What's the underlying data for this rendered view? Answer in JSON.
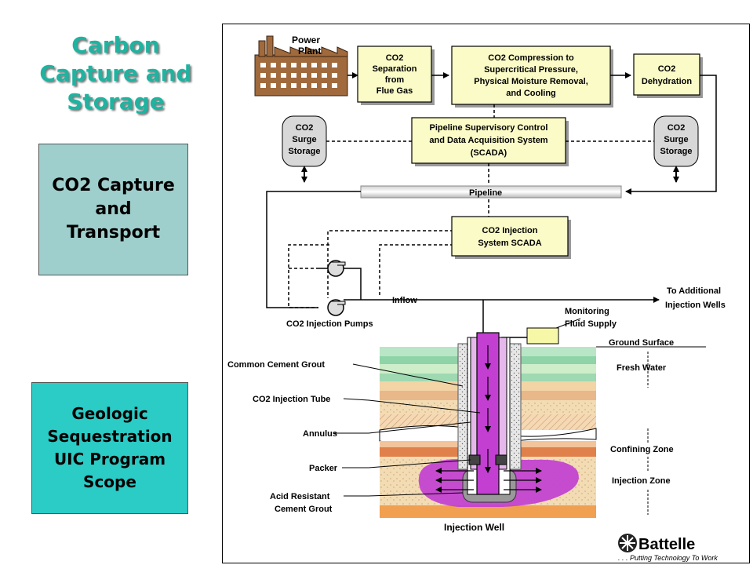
{
  "title_lines": [
    "Carbon",
    "Capture and",
    "Storage"
  ],
  "capture_box": "CO2 Capture and Transport",
  "geologic_box": "Geologic Sequestration UIC Program Scope",
  "diagram": {
    "power_plant": [
      "Power",
      "Plant"
    ],
    "separation": [
      "CO2",
      "Separation",
      "from",
      "Flue Gas"
    ],
    "compression": [
      "CO2 Compression to",
      "Supercritical Pressure,",
      "Physical Moisture Removal,",
      "and Cooling"
    ],
    "dehydration": [
      "CO2",
      "Dehydration"
    ],
    "surge_storage": [
      "CO2",
      "Surge",
      "Storage"
    ],
    "scada": [
      "Pipeline Supervisory Control",
      "and Data Acquisition System",
      "(SCADA)"
    ],
    "pipeline": "Pipeline",
    "injection_scada": [
      "CO2 Injection",
      "System SCADA"
    ],
    "inflow": "Inflow",
    "additional_wells": [
      "To Additional",
      "Injection Wells"
    ],
    "monitoring": [
      "Monitoring",
      "Fluid Supply"
    ],
    "injection_pumps": "CO2 Injection Pumps",
    "ground_surface": "Ground Surface",
    "fresh_water": "Fresh Water",
    "confining_zone": "Confining Zone",
    "injection_zone": "Injection Zone",
    "common_cement": "Common Cement Grout",
    "injection_tube": "CO2 Injection Tube",
    "annulus": "Annulus",
    "packer": "Packer",
    "acid_resistant": [
      "Acid Resistant",
      "Cement Grout"
    ],
    "injection_well": "Injection Well",
    "logo": "Battelle",
    "logo_tagline": ". . . Putting Technology To Work"
  },
  "colors": {
    "title": "#1fb3a0",
    "capture_box": "#9ecfcc",
    "geologic_box": "#2bcbc6",
    "process_box": "#fbfbc8",
    "co2_plume": "#c23fd1",
    "confining_layer": "#e0804a"
  }
}
